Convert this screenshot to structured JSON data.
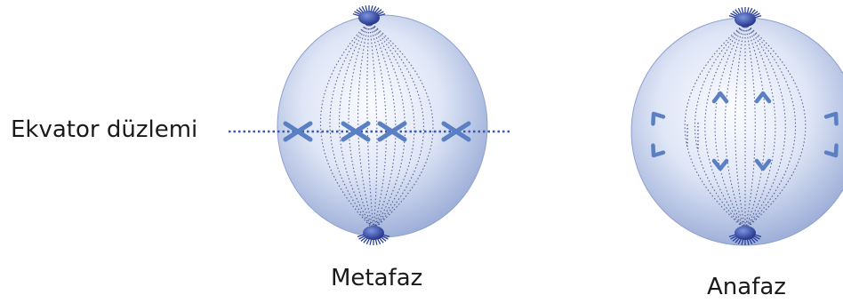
{
  "labels": {
    "equator": "Ekvator düzlemi",
    "metaphase": "Metafaz",
    "anaphase": "Anafaz"
  },
  "colors": {
    "cell_fill_light": "#f4f7fd",
    "cell_fill_dark": "#9fb0d9",
    "spindle": "#2f3a78",
    "chromosome": "#5a7fc2",
    "centrosome": "#2a3f9a"
  }
}
